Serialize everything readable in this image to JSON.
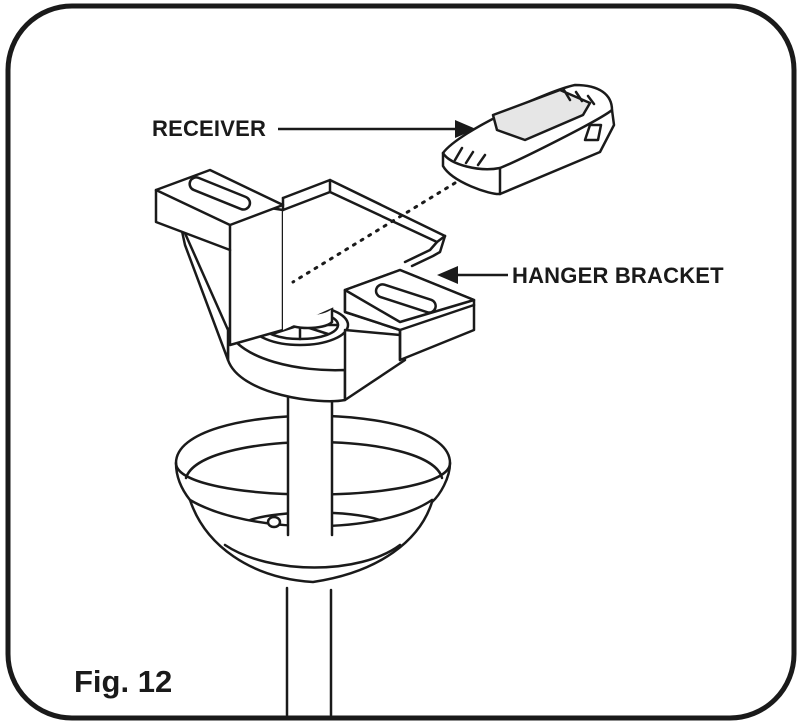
{
  "labels": {
    "receiver": "RECEIVER",
    "hanger_bracket": "HANGER BRACKET",
    "figure": "Fig. 12"
  },
  "colors": {
    "line": "#1a1a1a",
    "background": "#ffffff",
    "receiver_screen": "#e6e6e6"
  }
}
